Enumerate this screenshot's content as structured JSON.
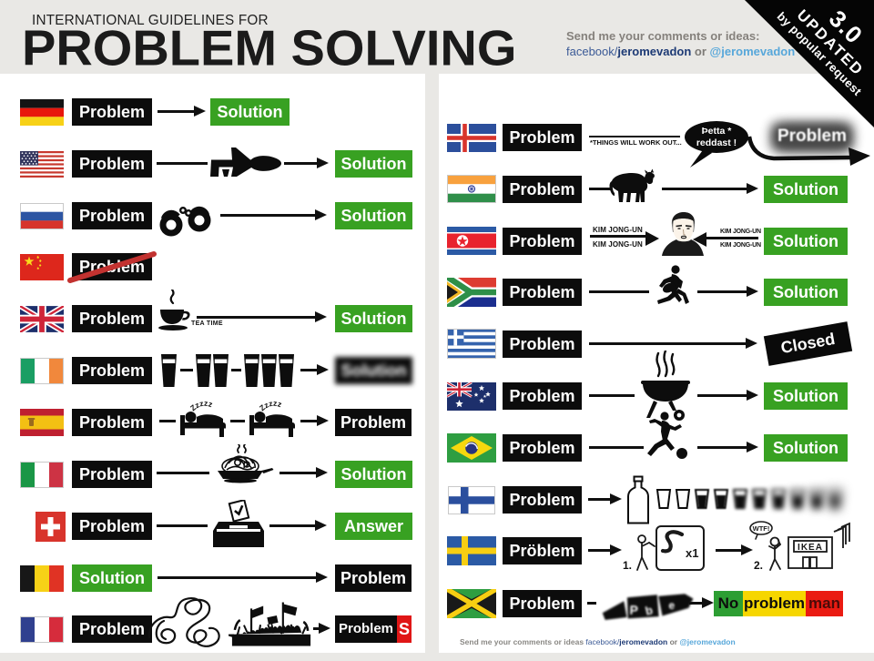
{
  "header": {
    "kicker": "INTERNATIONAL GUIDELINES FOR",
    "title": "PROBLEM SOLVING",
    "contact_intro": "Send me your comments or ideas:",
    "facebook_prefix": "facebook/",
    "facebook_user": "jeromevadon",
    "or_word": "or",
    "twitter_user": "@jeromevadon"
  },
  "ribbon": {
    "version": "3.0",
    "line2": "UPDATED",
    "line3": "by popular request"
  },
  "footer": {
    "intro": "Send me your comments or ideas",
    "facebook_prefix": "facebook/",
    "facebook_user": "jeromevadon",
    "or_word": "or",
    "twitter_user": "@jeromevadon"
  },
  "colors": {
    "header_bg": "#e9e8e5",
    "box_black": "#0c0c0c",
    "box_green": "#38a122",
    "cross_red": "#c23230",
    "rasta_green": "#2d9e33",
    "rasta_yellow": "#f6d600",
    "rasta_red": "#ea1b12",
    "problems_red": "#e01616"
  },
  "rows": {
    "germany": {
      "country": "Germany",
      "start": "Problem",
      "end": "Solution"
    },
    "usa": {
      "country": "United States",
      "start": "Problem",
      "icon": "fighter-jet",
      "end": "Solution"
    },
    "russia": {
      "country": "Russia",
      "start": "Problem",
      "icon": "handcuffs",
      "end": "Solution"
    },
    "china": {
      "country": "China",
      "start": "Problem",
      "icon": "red-cross-out"
    },
    "uk": {
      "country": "United Kingdom",
      "start": "Problem",
      "icon": "tea-cup",
      "caption": "TEA TIME",
      "end": "Solution"
    },
    "ireland": {
      "country": "Ireland",
      "start": "Problem",
      "icon": "pint-glasses",
      "end": "Solution"
    },
    "spain": {
      "country": "Spain",
      "start": "Problem",
      "icon": "siesta-beds",
      "zzz": "Zzzzz",
      "end": "Problem"
    },
    "italy": {
      "country": "Italy",
      "start": "Problem",
      "icon": "spaghetti-plate",
      "end": "Solution"
    },
    "switzerland": {
      "country": "Switzerland",
      "start": "Problem",
      "icon": "ballot-box",
      "end": "Answer"
    },
    "belgium": {
      "country": "Belgium",
      "start": "Solution",
      "end": "Problem"
    },
    "france": {
      "country": "France",
      "start": "Problem",
      "icon": "tangle-and-protest",
      "end": "Problem",
      "end_suffix": "S"
    },
    "iceland": {
      "country": "Iceland",
      "start": "Problem",
      "caption": "*THINGS WILL WORK OUT...",
      "bubble_line1": "Þetta *",
      "bubble_line2": "reddast !",
      "end": "Problem"
    },
    "india": {
      "country": "India",
      "start": "Problem",
      "icon": "sacred-cow",
      "end": "Solution"
    },
    "north_korea": {
      "country": "North Korea",
      "start": "Problem",
      "icon": "kim-jong-un-portrait",
      "label": "KIM JONG-UN",
      "end": "Solution"
    },
    "south_africa": {
      "country": "South Africa",
      "start": "Problem",
      "icon": "rugby-player",
      "end": "Solution"
    },
    "greece": {
      "country": "Greece",
      "start": "Problem",
      "end": "Closed"
    },
    "australia": {
      "country": "Australia",
      "start": "Problem",
      "icon": "barbecue",
      "end": "Solution"
    },
    "brazil": {
      "country": "Brazil",
      "start": "Problem",
      "icon": "soccer-player",
      "end": "Solution"
    },
    "finland": {
      "country": "Finland",
      "start": "Problem",
      "icon": "vodka-bottle-and-shots"
    },
    "sweden": {
      "country": "Sweden",
      "start": "Pröblem",
      "step1": "1.",
      "card_label": "x1",
      "step2": "2.",
      "bubble": "WTF!",
      "store": "IKEA"
    },
    "jamaica": {
      "country": "Jamaica",
      "start": "Problem",
      "icon": "joint",
      "fragments": [
        "P",
        "b",
        "e"
      ],
      "end_no": "No",
      "end_problem": "problem",
      "end_man": "man"
    }
  }
}
